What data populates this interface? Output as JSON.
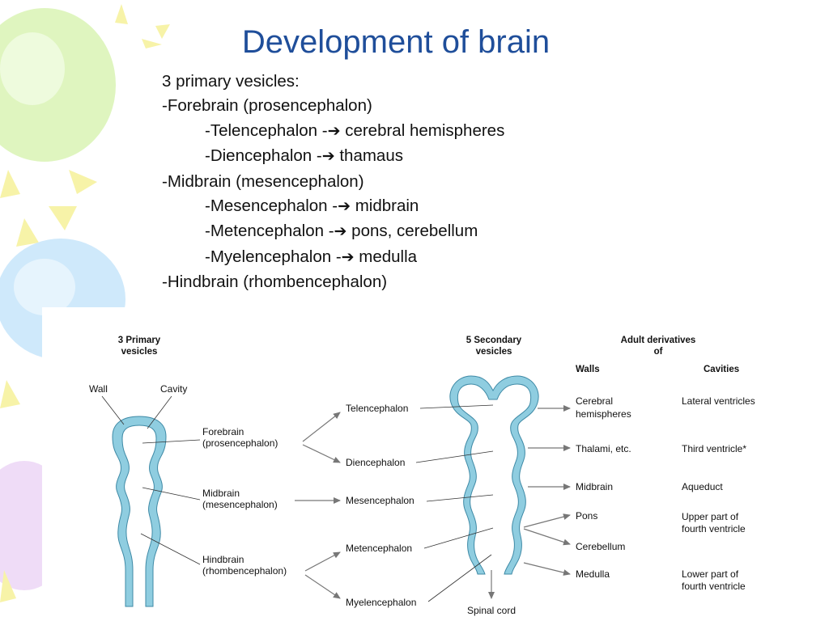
{
  "title": "Development of brain",
  "bullets": {
    "intro": "3 primary vesicles:",
    "forebrain": "-Forebrain (prosencephalon)",
    "telencephalon": "-Telencephalon -",
    "telencephalon_result": " cerebral hemispheres",
    "diencephalon": "-Diencephalon -",
    "diencephalon_result": " thamaus",
    "midbrain": "-Midbrain (mesencephalon)",
    "mesencephalon": "-Mesencephalon -",
    "mesencephalon_result": " midbrain",
    "metencephalon": "-Metencephalon -",
    "metencephalon_result": " pons, cerebellum",
    "myelencephalon": "-Myelencephalon -",
    "myelencephalon_result": " medulla",
    "hindbrain": "-Hindbrain (rhombencephalon)"
  },
  "arrow_glyph": "➔",
  "diagram": {
    "primary_header": [
      "3 Primary",
      "vesicles"
    ],
    "secondary_header": [
      "5 Secondary",
      "vesicles"
    ],
    "adult_header": [
      "Adult derivatives",
      "of"
    ],
    "walls_header": "Walls",
    "cavities_header": "Cavities",
    "wall_label": "Wall",
    "cavity_label": "Cavity",
    "primary": [
      [
        "Forebrain",
        "(prosencephalon)"
      ],
      [
        "Midbrain",
        "(mesencephalon)"
      ],
      [
        "Hindbrain",
        "(rhombencephalon)"
      ]
    ],
    "secondary": [
      "Telencephalon",
      "Diencephalon",
      "Mesencephalon",
      "Metencephalon",
      "Myelencephalon"
    ],
    "spinal_cord": "Spinal cord",
    "walls": [
      [
        "Cerebral",
        "hemispheres"
      ],
      [
        "Thalami, etc."
      ],
      [
        "Midbrain"
      ],
      [
        "Pons"
      ],
      [
        "Cerebellum"
      ],
      [
        "Medulla"
      ]
    ],
    "cavities": [
      [
        "Lateral ventricles"
      ],
      [
        "Third ventricle*"
      ],
      [
        "Aqueduct"
      ],
      [
        "Upper part of",
        "fourth ventricle"
      ],
      [
        "Lower part of",
        "fourth ventricle"
      ]
    ],
    "colors": {
      "vesicle": "#8fcde0",
      "vesicle_edge": "#3f8aa6",
      "arrow": "#777777"
    }
  },
  "background_colors": {
    "green": "#dff5bf",
    "blue": "#cfe9fb",
    "purple": "#efdcf7",
    "yellow": "#fbf7b4"
  }
}
